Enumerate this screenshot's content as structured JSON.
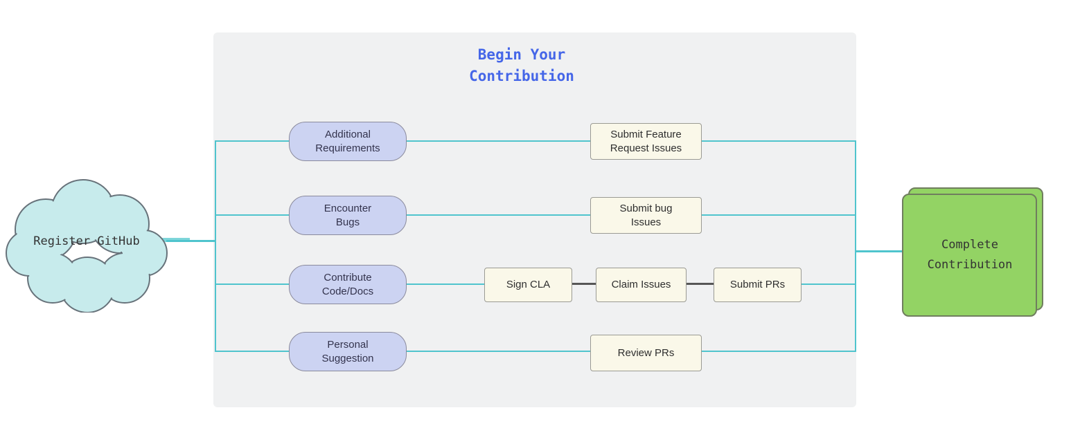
{
  "cloud": {
    "label": "Register GitHub"
  },
  "panel": {
    "title": "Begin Your\nContribution"
  },
  "rows": [
    {
      "source": "Additional\nRequirements",
      "steps": [
        {
          "label": "Submit Feature\nRequest Issues"
        }
      ]
    },
    {
      "source": "Encounter\nBugs",
      "steps": [
        {
          "label": "Submit bug\nIssues"
        }
      ]
    },
    {
      "source": "Contribute\nCode/Docs",
      "steps": [
        {
          "label": "Sign CLA"
        },
        {
          "label": "Claim Issues"
        },
        {
          "label": "Submit PRs"
        }
      ]
    },
    {
      "source": "Personal\nSuggestion",
      "steps": [
        {
          "label": "Review PRs"
        }
      ]
    }
  ],
  "complete": {
    "label": "Complete\nContribution"
  },
  "colors": {
    "connector_cyan": "#4fc4cd",
    "connector_dark": "#565656",
    "title_blue": "#4566e8",
    "cloud_fill": "#c7ebec",
    "source_pill_fill": "#ccd3f2",
    "step_box_fill": "#faf8e9",
    "complete_fill": "#93d364",
    "panel_bg": "#f0f1f2"
  }
}
